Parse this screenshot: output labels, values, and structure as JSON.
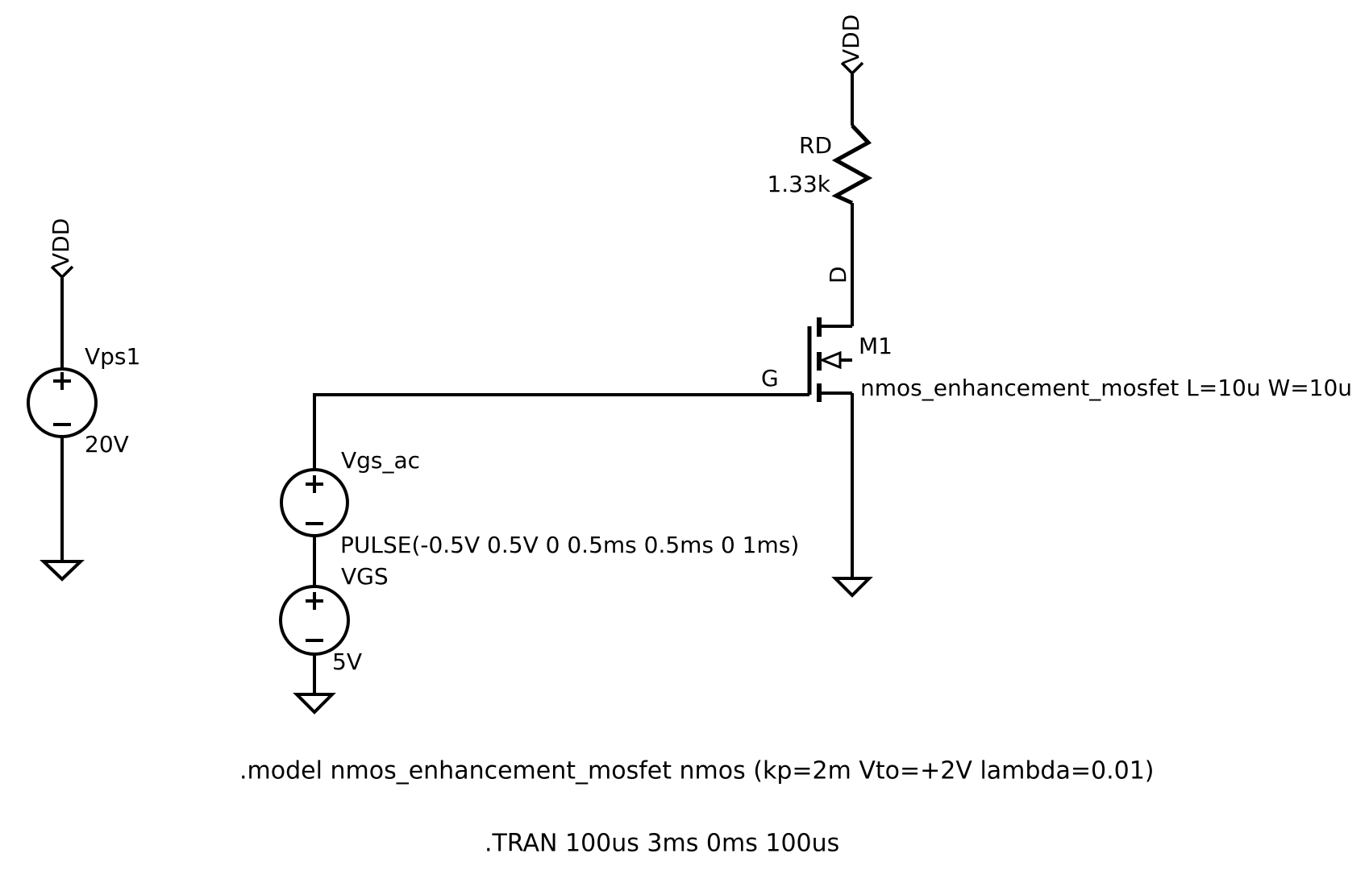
{
  "schematic": {
    "power_source": {
      "net_label": "VDD",
      "name": "Vps1",
      "value": "20V"
    },
    "gate_branch": {
      "ac_source": {
        "name": "Vgs_ac",
        "value": "PULSE(-0.5V 0.5V 0 0.5ms 0.5ms 0 1ms)"
      },
      "dc_source": {
        "name": "VGS",
        "value": "5V"
      }
    },
    "drain_branch": {
      "net_label": "VDD",
      "resistor": {
        "name": "RD",
        "value": "1.33k"
      },
      "drain_pin": "D",
      "gate_pin": "G",
      "transistor": {
        "name": "M1",
        "model": "nmos_enhancement_mosfet L=10u W=10u"
      }
    },
    "directives": {
      "model": ".model nmos_enhancement_mosfet nmos (kp=2m Vto=+2V lambda=0.01)",
      "tran": ".TRAN 100us 3ms 0ms 100us"
    },
    "colors": {
      "ink": "#000000",
      "background": "#ffffff"
    }
  }
}
